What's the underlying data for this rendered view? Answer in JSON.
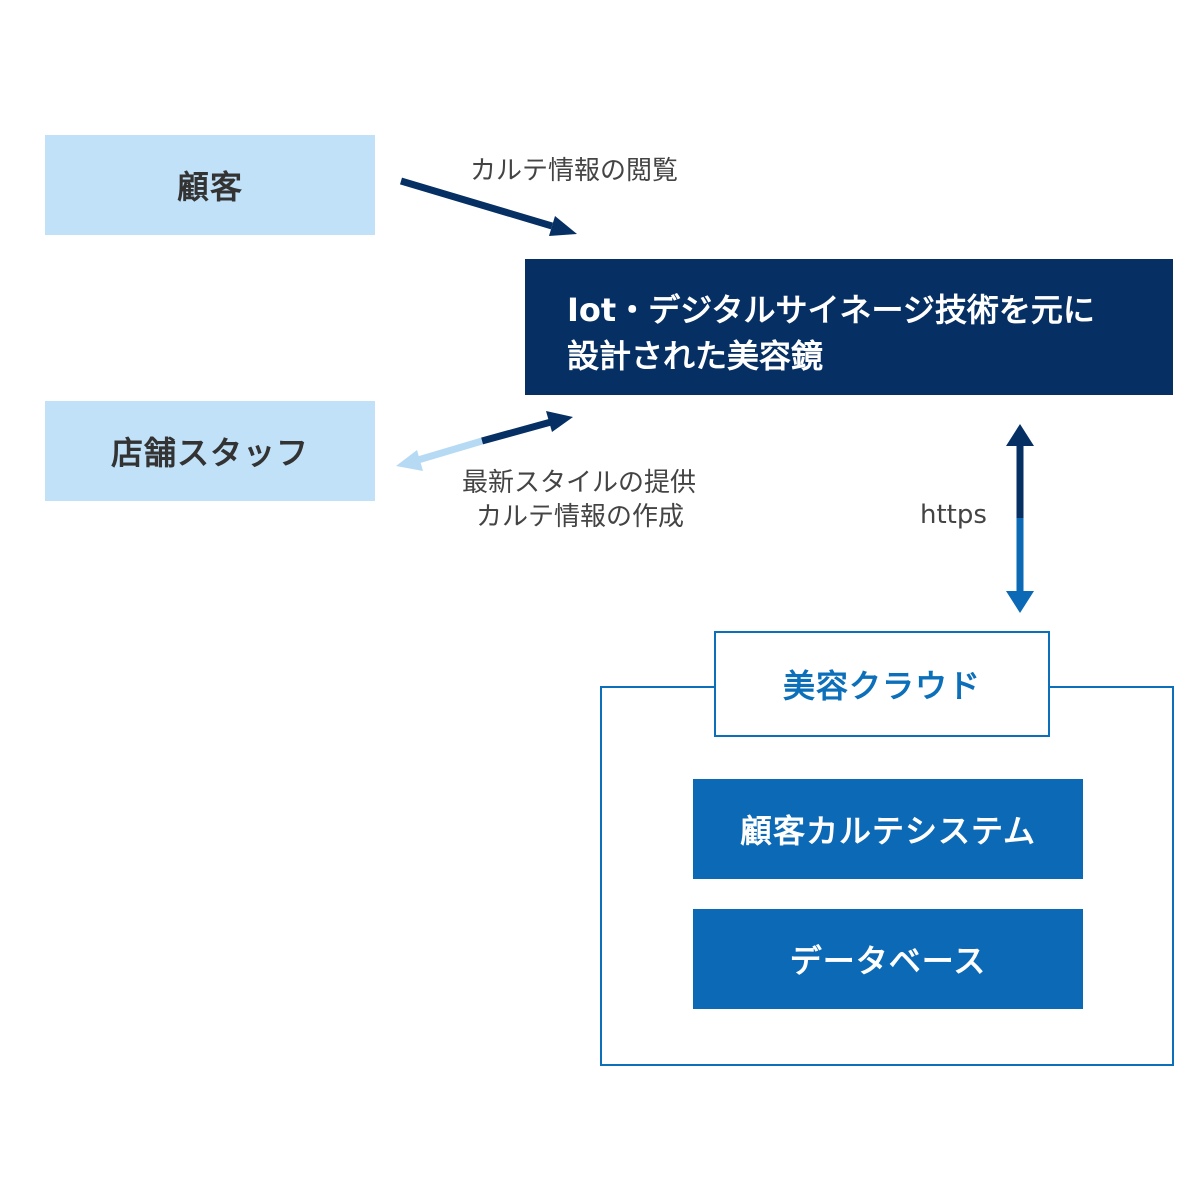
{
  "nodes": {
    "customer": "顧客",
    "staff": "店舗スタッフ",
    "mirror_line1": "Iot・デジタルサイネージ技術を元に",
    "mirror_line2": "設計された美容鏡",
    "cloud_title": "美容クラウド",
    "karte_system": "顧客カルテシステム",
    "database": "データベース"
  },
  "edges": {
    "customer_to_mirror": "カルテ情報の閲覧",
    "staff_mirror_line1": "最新スタイルの提供",
    "staff_mirror_line2": "カルテ情報の作成",
    "mirror_cloud": "https"
  },
  "colors": {
    "light_box": "#c1e1f8",
    "navy": "#062f63",
    "blue": "#0b69b6",
    "light_arrow": "#b6daf4"
  }
}
